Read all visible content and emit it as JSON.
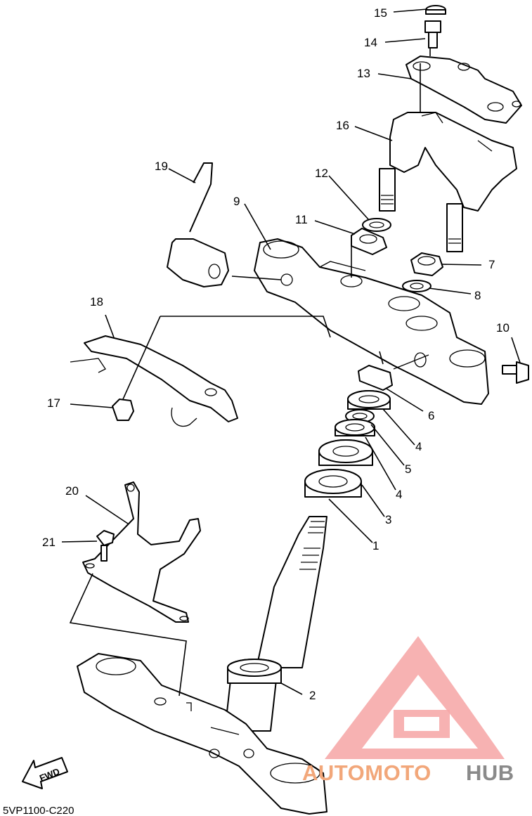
{
  "diagram_code": "5VP1100-C220",
  "direction_label": "FWD",
  "callouts": {
    "p1": "1",
    "p2": "2",
    "p3": "3",
    "p4a": "4",
    "p4b": "4",
    "p5": "5",
    "p6": "6",
    "p7": "7",
    "p8": "8",
    "p9": "9",
    "p10": "10",
    "p11": "11",
    "p12": "12",
    "p13": "13",
    "p14": "14",
    "p15": "15",
    "p16": "16",
    "p17": "17",
    "p18": "18",
    "p19": "19",
    "p20": "20",
    "p21": "21"
  },
  "watermark": {
    "part1": "AUTOMOTO",
    "part2": "HUB"
  }
}
